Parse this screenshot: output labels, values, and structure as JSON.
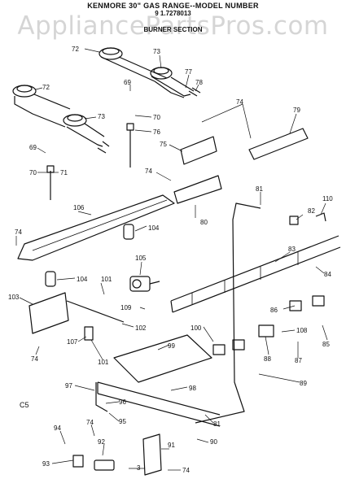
{
  "header": {
    "title": "KENMORE 30\" GAS RANGE--MODEL NUMBER",
    "model": "9 1.7278013",
    "section": "BURNER SECTION"
  },
  "watermark": "AppliancePartsPros.com",
  "figure_code": "C5",
  "part_labels": [
    "72",
    "73",
    "77",
    "78",
    "69",
    "72",
    "70",
    "73",
    "76",
    "74",
    "79",
    "69",
    "75",
    "70",
    "71",
    "74",
    "81",
    "110",
    "106",
    "80",
    "82",
    "104",
    "74",
    "83",
    "104",
    "105",
    "84",
    "103",
    "101",
    "109",
    "102",
    "86",
    "100",
    "108",
    "85",
    "107",
    "99",
    "88",
    "87",
    "74",
    "101",
    "89",
    "98",
    "97",
    "96",
    "95",
    "81",
    "94",
    "74",
    "92",
    "91",
    "90",
    "93",
    "3",
    "74"
  ]
}
